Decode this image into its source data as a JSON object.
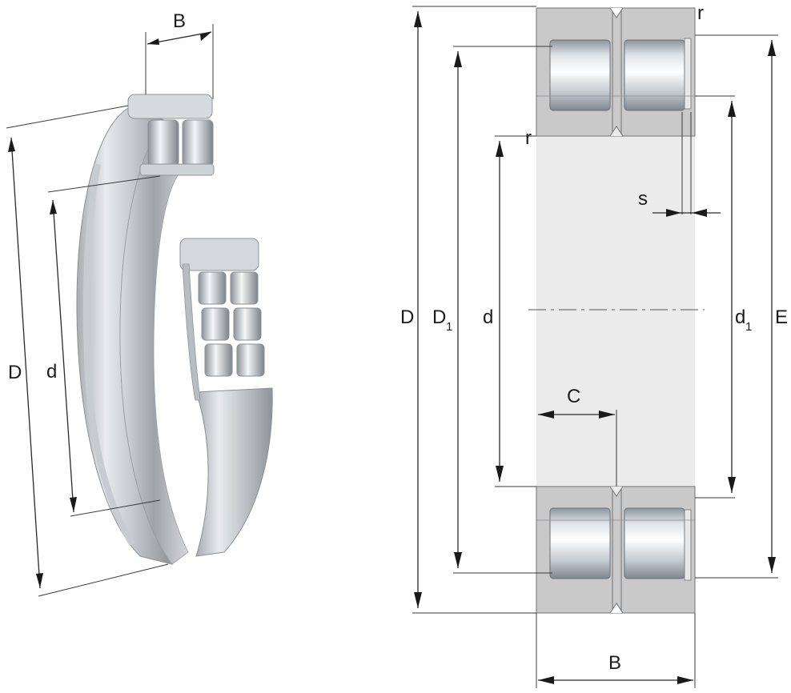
{
  "iso_view": {
    "labels": {
      "width": "B",
      "outer_diameter": "D",
      "bore": "d"
    }
  },
  "section_view": {
    "labels": {
      "outer_diameter": "D",
      "outer_raceway_diameter": "D",
      "outer_raceway_subscript": "1",
      "bore": "d",
      "inner_raceway_diameter": "d",
      "inner_raceway_subscript": "1",
      "housing_diameter": "E",
      "axial_offset": "C",
      "axial_displacement": "s",
      "corner_radius_top": "r",
      "corner_radius_inner": "r",
      "width": "B"
    }
  },
  "colors": {
    "ring_grey": "#c9c9c9",
    "bore_fill": "#ebebeb",
    "roller_light": "#e4e9ee",
    "roller_dark": "#9aa1a8",
    "line": "#2a2a2a"
  }
}
